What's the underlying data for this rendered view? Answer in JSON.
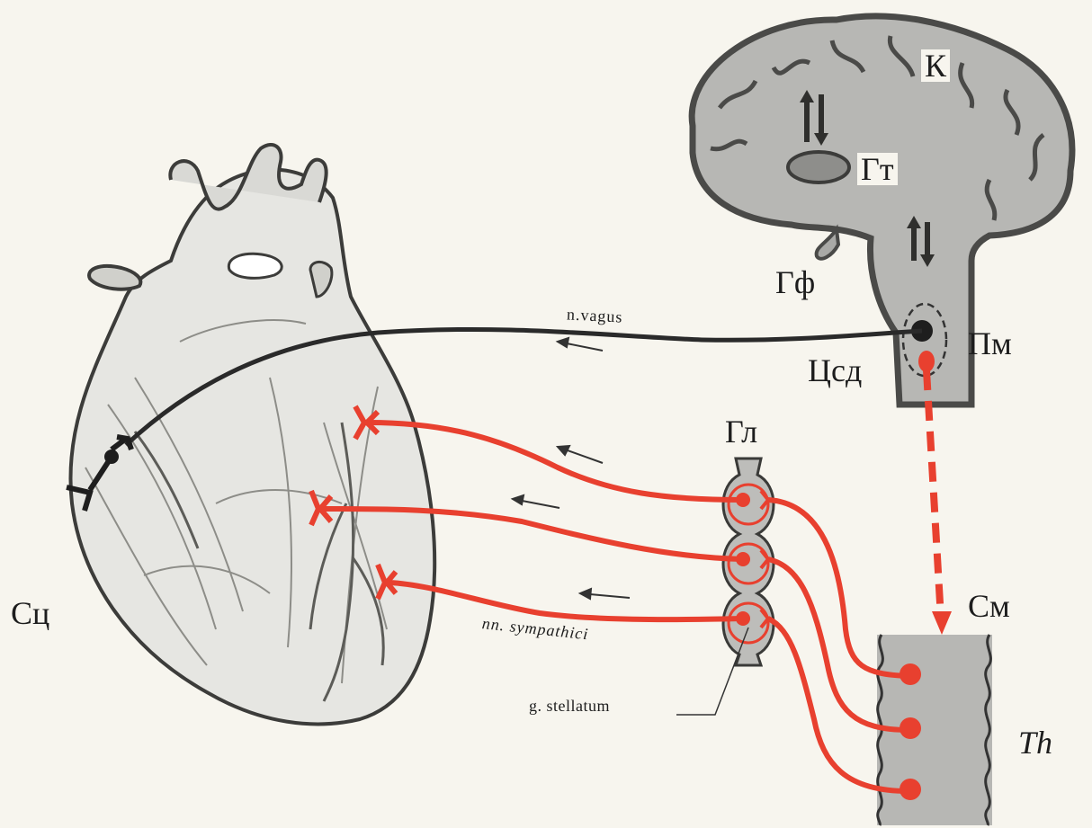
{
  "labels": {
    "cortex": "К",
    "hypothalamus": "Гт",
    "pituitary": "Гф",
    "medulla": "Пм",
    "cardio_center": "Цсд",
    "ganglia": "Гл",
    "spinal_cord": "См",
    "heart": "Сц",
    "thoracic": "Th",
    "vagus_nerve": "n.vagus",
    "sympathetic_nerves": "nn. sympathici",
    "stellate_ganglion": "g. stellatum"
  },
  "colors": {
    "sympathetic": "#e8402f",
    "vagus": "#2a2a2a",
    "brain_fill": "#b7b7b4",
    "brain_outline": "#4a4a48",
    "heart_fill": "#e6e6e2",
    "background": "#f7f5ee"
  }
}
